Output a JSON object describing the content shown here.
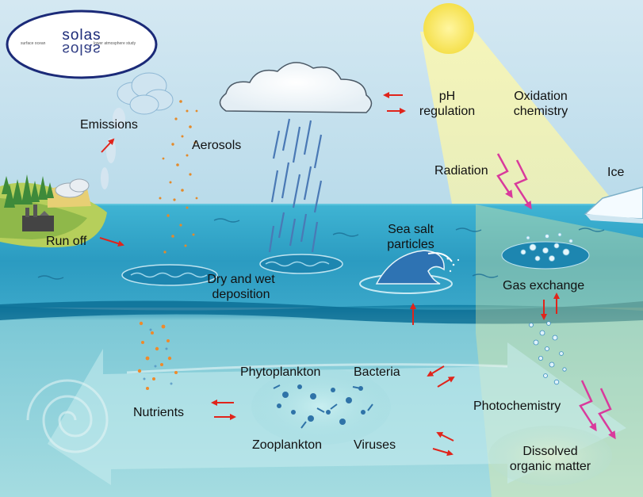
{
  "logo": {
    "name": "solas",
    "tagline_left": "surface ocean",
    "tagline_right": "lower atmosphere study"
  },
  "labels": {
    "emissions": "Emissions",
    "aerosols": "Aerosols",
    "ph_regulation_1": "pH",
    "ph_regulation_2": "regulation",
    "oxidation_1": "Oxidation",
    "oxidation_2": "chemistry",
    "radiation": "Radiation",
    "ice": "Ice",
    "run_off": "Run off",
    "sea_salt_1": "Sea salt",
    "sea_salt_2": "particles",
    "deposition_1": "Dry and wet",
    "deposition_2": "deposition",
    "gas_exchange": "Gas exchange",
    "phytoplankton": "Phytoplankton",
    "bacteria": "Bacteria",
    "nutrients": "Nutrients",
    "photochemistry": "Photochemistry",
    "zooplankton": "Zooplankton",
    "viruses": "Viruses",
    "dom_1": "Dissolved",
    "dom_2": "organic matter"
  },
  "colors": {
    "sky": "#c3dfec",
    "sea_surface": "#2ea2c3",
    "deep_sea": "#8fd0d8",
    "arrow": "#e0241b",
    "radiation": "#d93a9c",
    "sun": "#f6e55e",
    "aerosol": "#e48a2a",
    "rain": "#4a79b5",
    "logo_text": "#1b2a78"
  }
}
